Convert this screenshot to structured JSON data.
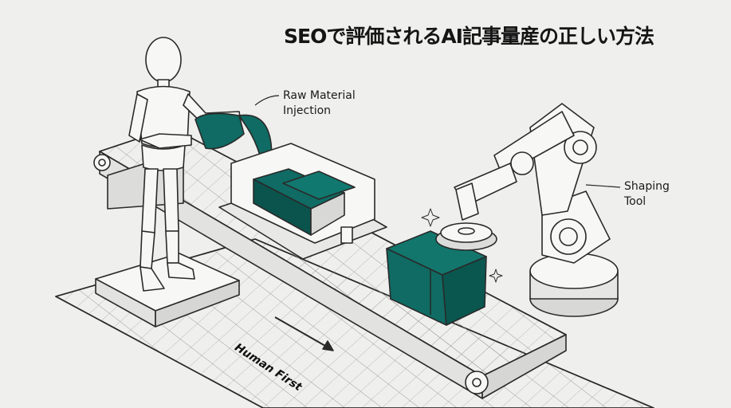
{
  "title": "SEOで評価されるAI記事量産の正しい方法",
  "labels": {
    "raw_material": [
      "Raw Material",
      "Injection"
    ],
    "shaping_tool": [
      "Shaping",
      "Tool"
    ],
    "human_first": "Human First"
  },
  "colors": {
    "accent": "#0f6b63",
    "line": "#2a2a2a",
    "background": "#efefed",
    "surface": "#f7f7f5"
  }
}
